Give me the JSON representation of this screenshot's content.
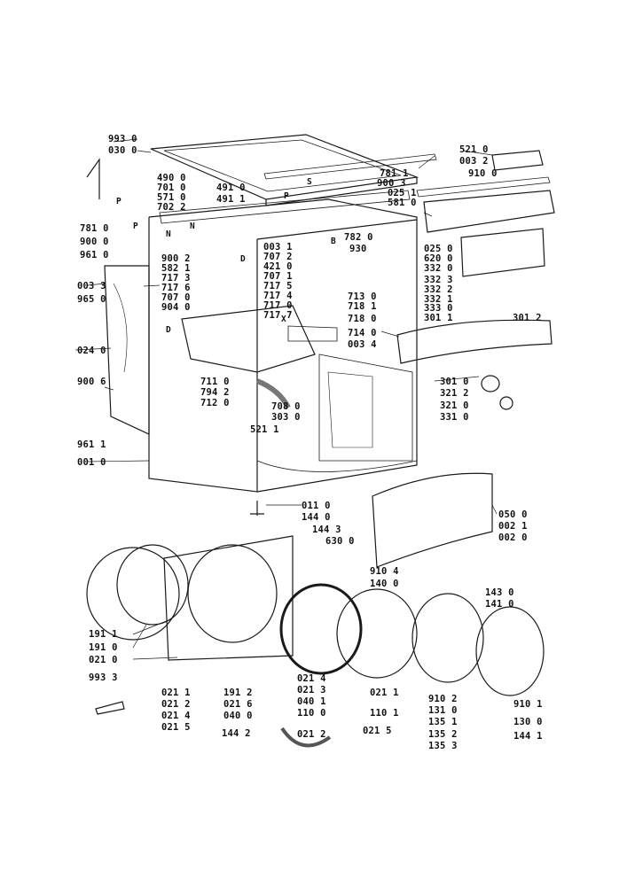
{
  "labels": {
    "l_993_0": "993 0",
    "l_030_0": "030 0",
    "l_490_0": "490 0",
    "l_701_0": "701 0",
    "l_571_0": "571 0",
    "l_702_2": "702 2",
    "l_491_0": "491 0",
    "l_491_1": "491 1",
    "l_781_1": "781 1",
    "l_900_3": "900 3",
    "l_025_1": "025 1",
    "l_581_0": "581 0",
    "l_521_0": "521 0",
    "l_003_2": "003 2",
    "l_910_0": "910 0",
    "l_781_0": "781 0",
    "l_900_0": "900 0",
    "l_961_0": "961 0",
    "l_003_3": "003 3",
    "l_965_0": "965 0",
    "l_024_0": "024 0",
    "l_900_6": "900 6",
    "l_961_1": "961 1",
    "l_001_0": "001 0",
    "l_900_2": "900 2",
    "l_582_1": "582 1",
    "l_717_3": "717 3",
    "l_717_6": "717 6",
    "l_707_0": "707 0",
    "l_904_0": "904 0",
    "l_003_1": "003 1",
    "l_707_2": "707 2",
    "l_421_0": "421 0",
    "l_707_1": "707 1",
    "l_717_5": "717 5",
    "l_717_4": "717 4",
    "l_717_0": "717 0",
    "l_717_7": "717 7",
    "l_782_0": "782 0",
    "l_930": "930",
    "l_713_0": "713 0",
    "l_718_1": "718 1",
    "l_718_0": "718 0",
    "l_714_0": "714 0",
    "l_003_4": "003 4",
    "l_711_0": "711 0",
    "l_794_2": "794 2",
    "l_712_0": "712 0",
    "l_708_0": "708 0",
    "l_303_0": "303 0",
    "l_521_1": "521 1",
    "l_025_0": "025 0",
    "l_620_0": "620 0",
    "l_332_0": "332 0",
    "l_332_3": "332 3",
    "l_332_2": "332 2",
    "l_332_1": "332 1",
    "l_333_0": "333 0",
    "l_301_1": "301 1",
    "l_301_2": "301 2",
    "l_301_0": "301 0",
    "l_321_2": "321 2",
    "l_321_0": "321 0",
    "l_331_0": "331 0",
    "l_011_0": "011 0",
    "l_144_0": "144 0",
    "l_144_3": "144 3",
    "l_630_0": "630 0",
    "l_910_4": "910 4",
    "l_140_0": "140 0",
    "l_050_0": "050 0",
    "l_002_1": "002 1",
    "l_002_0": "002 0",
    "l_143_0": "143 0",
    "l_141_0": "141 0",
    "l_191_1": "191 1",
    "l_191_0": "191 0",
    "l_021_0": "021 0",
    "l_993_3": "993 3",
    "l_021_1a": "021 1",
    "l_021_2a": "021 2",
    "l_021_4a": "021 4",
    "l_021_5a": "021 5",
    "l_191_2": "191 2",
    "l_021_6": "021 6",
    "l_040_0": "040 0",
    "l_144_2": "144 2",
    "l_021_4b": "021 4",
    "l_021_3": "021 3",
    "l_040_1": "040 1",
    "l_110_0": "110 0",
    "l_021_2b": "021 2",
    "l_021_1b": "021 1",
    "l_110_1": "110 1",
    "l_021_5b": "021 5",
    "l_910_2": "910 2",
    "l_131_0": "131 0",
    "l_135_1": "135 1",
    "l_135_2": "135 2",
    "l_135_3": "135 3",
    "l_910_1": "910 1",
    "l_130_0": "130 0",
    "l_144_1": "144 1"
  },
  "letters": {
    "N1": "N",
    "N2": "N",
    "P1": "P",
    "P2": "P",
    "S": "S",
    "D1": "D",
    "D2": "D",
    "B": "B",
    "X": "X",
    "P3": "P"
  }
}
